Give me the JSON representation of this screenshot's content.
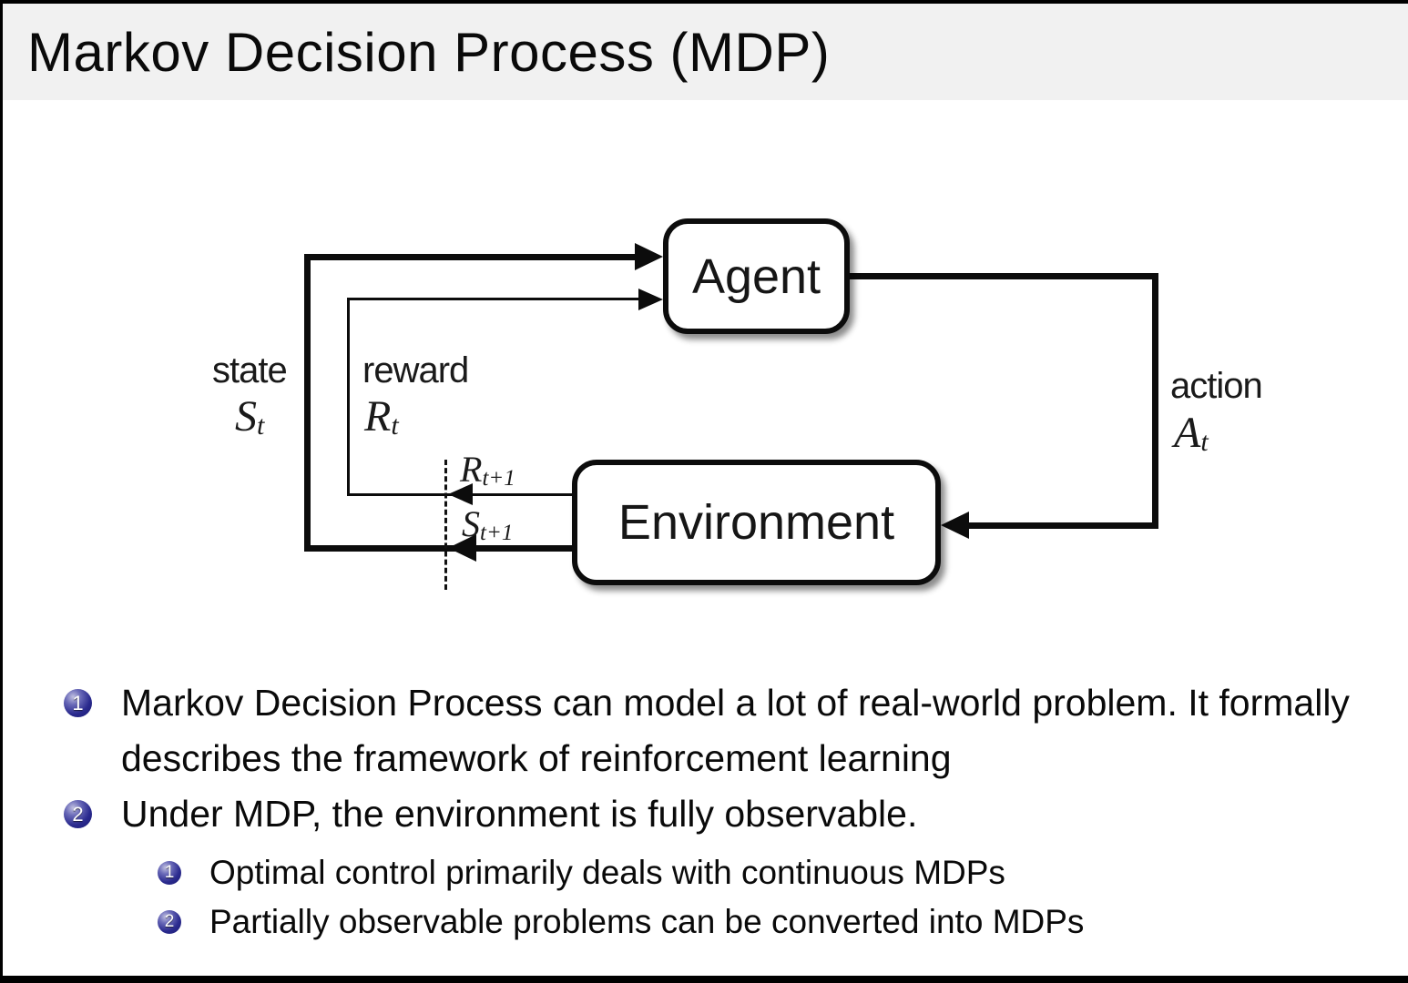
{
  "title": "Markov Decision Process (MDP)",
  "colors": {
    "title_bg": "#f1f1f1",
    "slide_bg": "#ffffff",
    "text": "#0a0a0a",
    "ball_blue_dark": "#191970",
    "ball_blue_mid": "#2a2a8e",
    "diagram_line": "#0c0c0c"
  },
  "diagram": {
    "agent_label": "Agent",
    "environment_label": "Environment",
    "state_word": "state",
    "state_sym": "S",
    "state_sub": "t",
    "reward_word": "reward",
    "reward_sym": "R",
    "reward_sub": "t",
    "action_word": "action",
    "action_sym": "A",
    "action_sub": "t",
    "next_reward_sym": "R",
    "next_reward_sub": "t+1",
    "next_state_sym": "S",
    "next_state_sub": "t+1"
  },
  "list": {
    "items": [
      {
        "num": "1",
        "text": "Markov Decision Process can model a lot of real-world problem. It formally describes the framework of reinforcement learning"
      },
      {
        "num": "2",
        "text": "Under MDP, the environment is fully observable.",
        "subitems": [
          {
            "num": "1",
            "text": "Optimal control primarily deals with continuous MDPs"
          },
          {
            "num": "2",
            "text": "Partially observable problems can be converted into MDPs"
          }
        ]
      }
    ]
  }
}
